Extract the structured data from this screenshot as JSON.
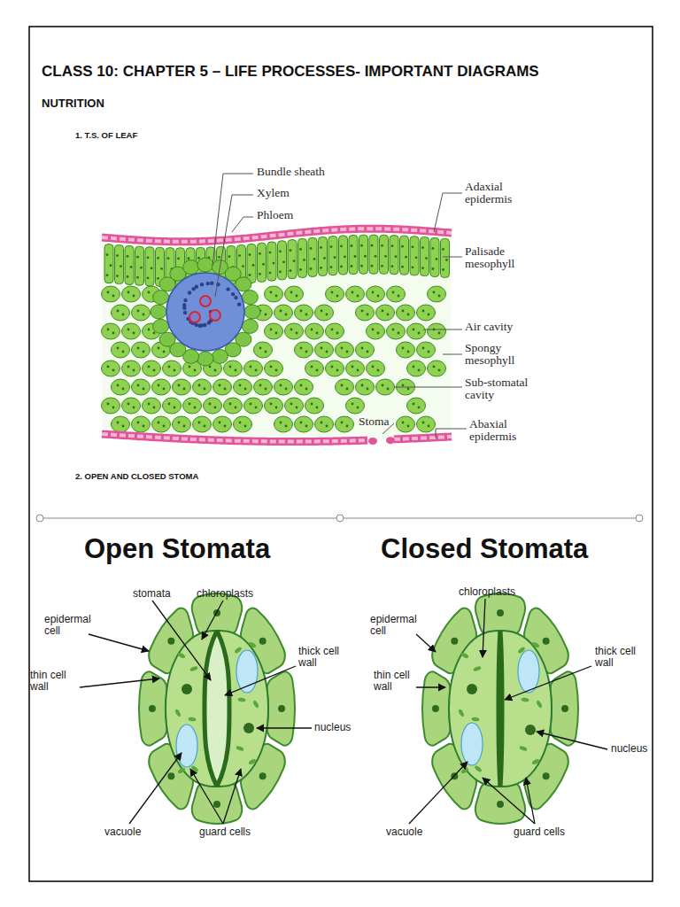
{
  "diagram": {
    "title": "CLASS 10: CHAPTER 5 – LIFE PROCESSES- IMPORTANT DIAGRAMS",
    "labels": [
      "NUTRITION",
      "1. T.S. OF LEAF",
      "Bundle sheath",
      "Xylem",
      "Phloem",
      "Adaxial epidermis",
      "Palisade mesophyll",
      "Air cavity",
      "Spongy mesophyll",
      "Sub-stomatal cavity",
      "Stoma",
      "Abaxial epidermis",
      "2. OPEN AND CLOSED STOMA",
      "Open Stomata",
      "Closed Stomata",
      "stomata",
      "chloroplasts",
      "epidermal cell",
      "thick cell wall",
      "thin cell wall",
      "nucleus",
      "vacuole",
      "guard cells",
      "chloroplasts",
      "epidermal cell",
      "thick cell wall",
      "thin cell wall",
      "nucleus",
      "vacuole",
      "guard cells"
    ]
  }
}
